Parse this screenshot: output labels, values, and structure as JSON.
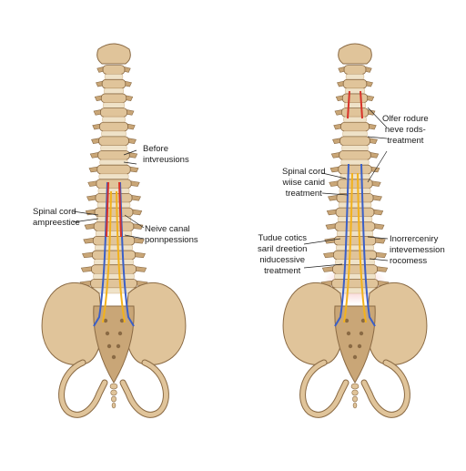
{
  "colors": {
    "bone": "#e0c49a",
    "bone_shade": "#c9a677",
    "bone_outline": "#8a6a44",
    "disc": "#efe2c8",
    "nerve_red": "#d8322a",
    "nerve_blue": "#3a5fc8",
    "nerve_yellow": "#f2b21c",
    "glow": "#f6c6c6"
  },
  "left_spine": {
    "labels": [
      {
        "lines": [
          "Before",
          "intvreusions"
        ]
      },
      {
        "lines": [
          "Spinal cord",
          "ampreestice"
        ]
      },
      {
        "lines": [
          "Neive canal",
          "ponnpessions"
        ]
      }
    ]
  },
  "right_spine": {
    "labels": [
      {
        "lines": [
          "Olfer rodure",
          "neve rods-",
          "treatment"
        ]
      },
      {
        "lines": [
          "Spinal cord",
          "wiise canid",
          "treatment"
        ]
      },
      {
        "lines": [
          "Tudue cotics",
          "saril dreetion",
          "niducessive",
          "treatment"
        ]
      },
      {
        "lines": [
          "Inorrerceniry",
          "intevemession",
          "rocomess"
        ]
      }
    ]
  }
}
